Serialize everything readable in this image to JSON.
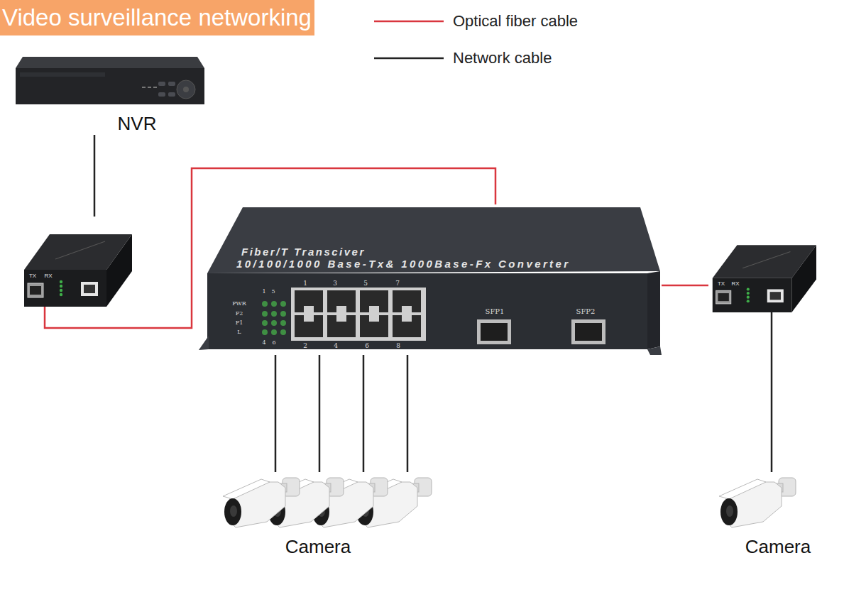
{
  "diagram": {
    "title": "Video surveillance networking",
    "nodes": [
      {
        "text": [
          "NVR"
        ]
      },
      {
        "text": [
          "TX",
          "RX"
        ]
      },
      {
        "text": [
          "Fiber/T Transciver",
          "10/100/1000 Base-Tx& 1000Base-Fx Converter"
        ]
      },
      {
        "text": [
          "TX",
          "RX"
        ]
      },
      {
        "text": [
          "Camera"
        ]
      },
      {
        "text": [
          "Camera"
        ]
      }
    ],
    "edges": [
      {
        "from": 0,
        "to": 1,
        "arrow": "none"
      },
      {
        "from": 1,
        "to": 2,
        "arrow": "none"
      },
      {
        "from": 2,
        "to": 3,
        "arrow": "none"
      },
      {
        "from": 3,
        "to": 5,
        "arrow": "none"
      },
      {
        "from": 2,
        "to": 4,
        "arrow": "none"
      },
      {
        "from": 2,
        "to": 4,
        "arrow": "none"
      },
      {
        "from": 2,
        "to": 4,
        "arrow": "none"
      },
      {
        "from": 2,
        "to": 4,
        "arrow": "none"
      }
    ],
    "labels": [
      "1",
      "3",
      "5",
      "7",
      "2",
      "4",
      "6",
      "8",
      "SFP1",
      "SFP2",
      "PWR",
      "F2",
      "F1",
      "L",
      "1",
      "5",
      "4",
      "6"
    ],
    "legend": [
      {
        "text": "Optical fiber cable"
      },
      {
        "text": "Network cable"
      }
    ]
  }
}
